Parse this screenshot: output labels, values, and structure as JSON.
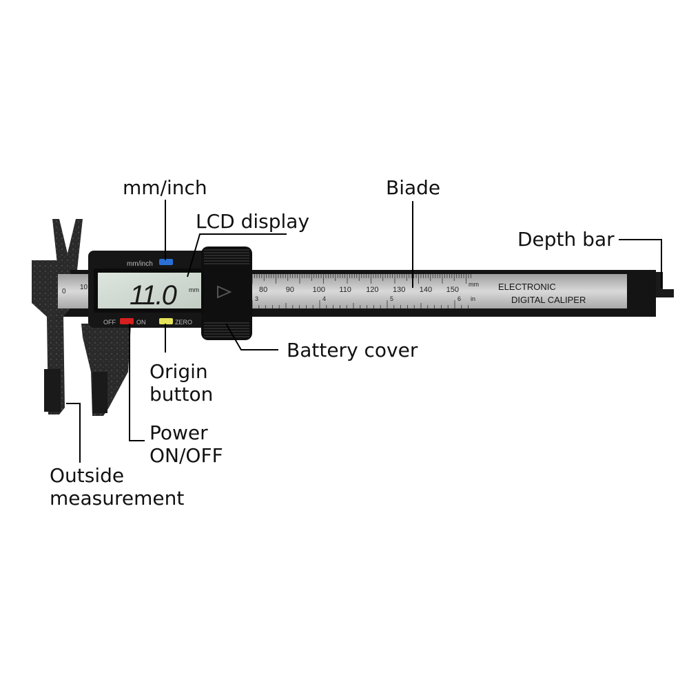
{
  "callouts": {
    "mm_inch": "mm/inch",
    "lcd_display": "LCD display",
    "blade": "Biade",
    "depth_bar": "Depth bar",
    "battery_cover": "Battery cover",
    "origin_button": [
      "Origin",
      "button"
    ],
    "power": [
      "Power",
      "ON/OFF"
    ],
    "outside_measurement": [
      "Outside",
      "measurement"
    ]
  },
  "device": {
    "lcd_reading": "11.0",
    "lcd_unit": "mm",
    "unit_button_label": "mm/inch",
    "off_label": "OFF",
    "on_label": "ON",
    "zero_label": "ZERO",
    "brand_line1": "ELECTRONIC",
    "brand_line2": "DIGITAL CALIPER",
    "scale_unit_mm": "mm",
    "scale_unit_in": "in",
    "mm_scale_numbers": [
      "80",
      "90",
      "100",
      "110",
      "120",
      "130",
      "140",
      "150"
    ],
    "left_scale_numbers": [
      "0",
      "10"
    ],
    "inch_scale_numbers": [
      "3",
      "4",
      "5",
      "6"
    ]
  },
  "colors": {
    "body": "#1b1b1b",
    "body_texture": "#3a3a3a",
    "blade": "#c9c9c9",
    "lcd": "#d2dbd3",
    "mode_button": "#2b6fd6",
    "power_button": "#d62020",
    "zero_button": "#e6e35a",
    "leader_line": "#000000"
  }
}
